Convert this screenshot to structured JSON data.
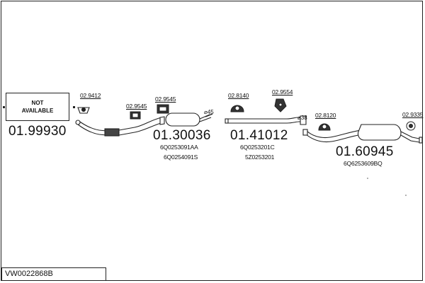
{
  "not_available_box": {
    "label": "NOT AVAILABLE"
  },
  "parts": [
    {
      "id": "front-pipe",
      "number": "01.99930",
      "oem": []
    },
    {
      "id": "front-muffler",
      "number": "01.30036",
      "oem": [
        "6Q0253091AA",
        "6Q0254091S"
      ]
    },
    {
      "id": "center-pipe",
      "number": "01.41012",
      "oem": [
        "6Q0253201C",
        "5Z0253201"
      ]
    },
    {
      "id": "rear-muffler",
      "number": "01.60945",
      "oem": [
        "6Q6253609BQ"
      ]
    }
  ],
  "accessories": [
    "02.9412",
    "02.9545",
    "02.9545",
    "02.8140",
    "02.9554",
    "02.8120",
    "02.9335"
  ],
  "diameters": [
    "45",
    "38"
  ],
  "kit_code": "VW0022868B",
  "colors": {
    "line": "#222222",
    "part_fill": "#ffffff",
    "accessory_fill": "#333333"
  }
}
